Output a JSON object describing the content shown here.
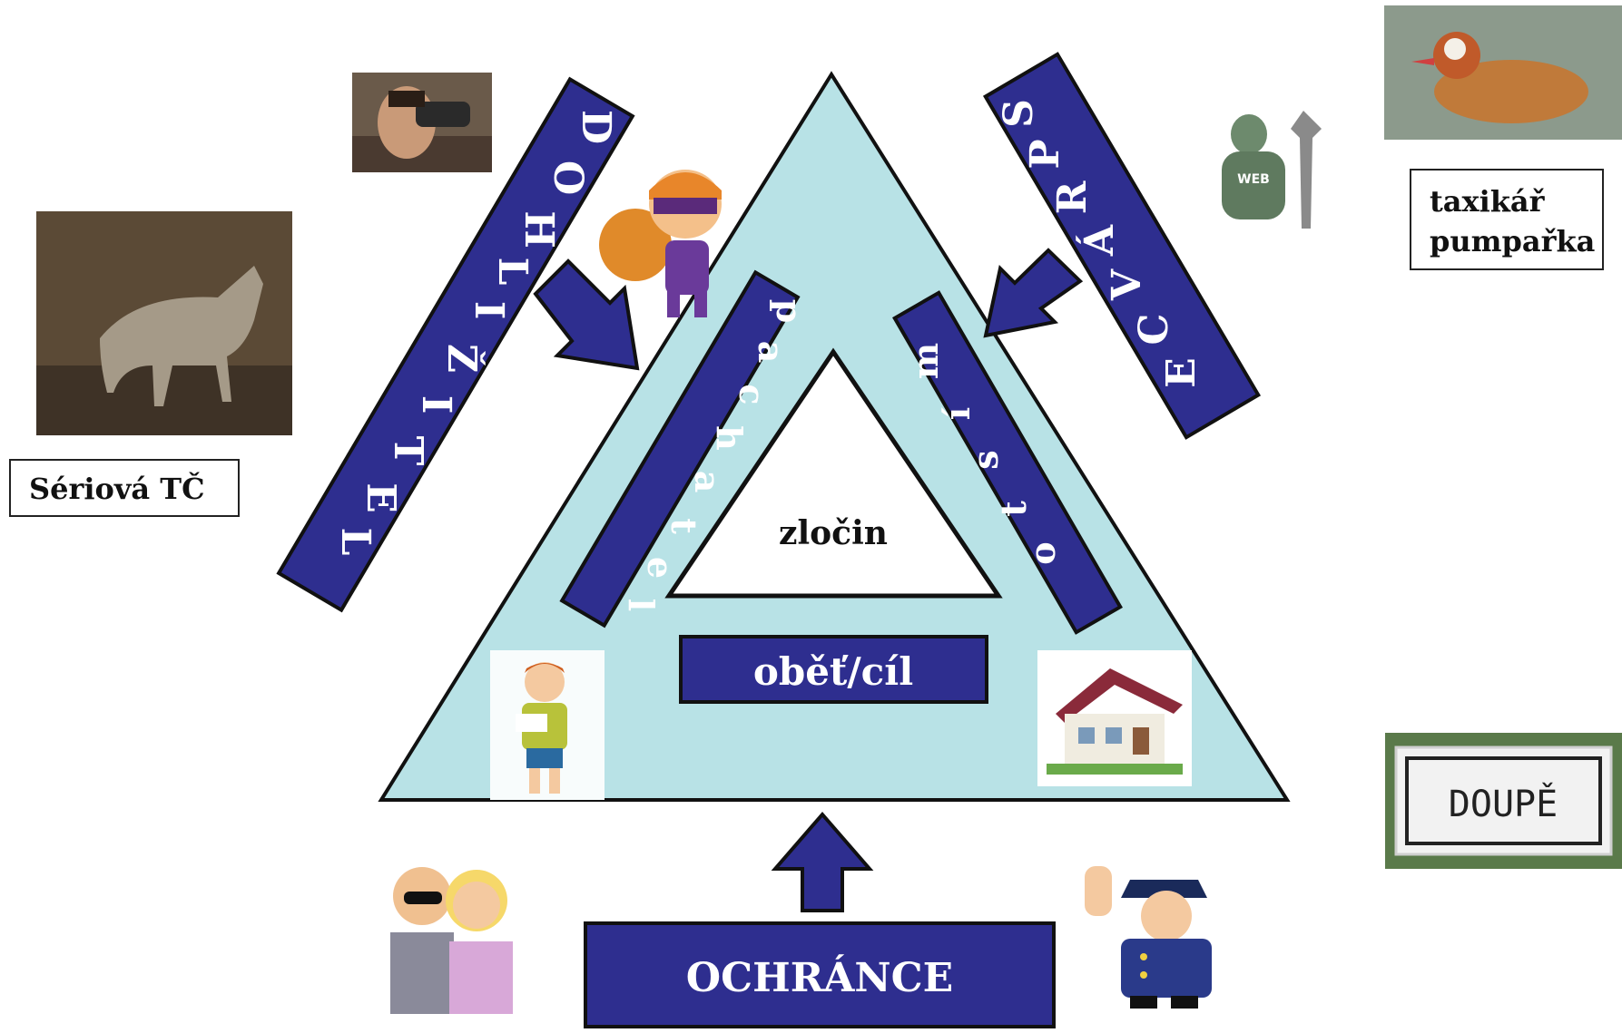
{
  "diagram": {
    "center_label": "zločin",
    "inner_band_left": "pachatel",
    "inner_band_right": "místo",
    "inner_band_bottom": "oběť/cíl",
    "outer_band_left": "DOHLIŽITEL",
    "outer_band_right": "SPRÁVCE",
    "outer_band_bottom": "OCHRÁNCE"
  },
  "side_labels": {
    "left": "Sériová TČ",
    "right_line1": "taxikář",
    "right_line2": "pumpařka",
    "sign_text": "DOUPĚ"
  },
  "colors": {
    "band": "#2e2e8f",
    "triangle_fill": "#b8e2e6",
    "outline": "#111111"
  },
  "icons": [
    "binoculars-man-photo",
    "wolf-photo",
    "burglar-clipart",
    "webmaster-clipart",
    "mandarin-duck-photo",
    "injured-boy-clipart",
    "house-clipart",
    "couple-clipart",
    "policeman-clipart",
    "village-sign-photo"
  ]
}
